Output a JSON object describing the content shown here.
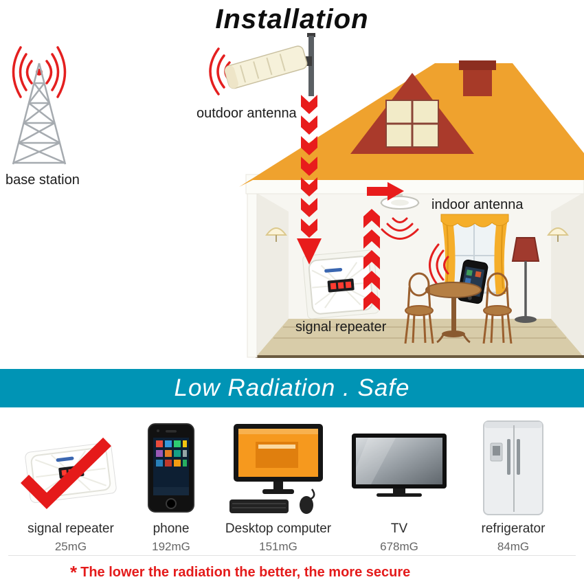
{
  "title": "Installation",
  "diagram": {
    "base_station_label": "base station",
    "outdoor_antenna_label": "outdoor antenna",
    "indoor_antenna_label": "indoor antenna",
    "signal_repeater_label": "signal repeater"
  },
  "banner": {
    "text": "Low Radiation . Safe",
    "background_color": "#0094b5",
    "text_color": "#ffffff"
  },
  "products": {
    "items": [
      {
        "name": "signal repeater",
        "radiation": "25mG"
      },
      {
        "name": "phone",
        "radiation": "192mG"
      },
      {
        "name": "Desktop computer",
        "radiation": "151mG"
      },
      {
        "name": "TV",
        "radiation": "678mG"
      },
      {
        "name": "refrigerator",
        "radiation": "84mG"
      }
    ]
  },
  "footnote": {
    "symbol": "*",
    "text": "The lower the radiation the better, the more secure"
  },
  "colors": {
    "signal_red": "#e41f1f",
    "roof_orange": "#efa22e",
    "banner_teal": "#0094b5"
  }
}
